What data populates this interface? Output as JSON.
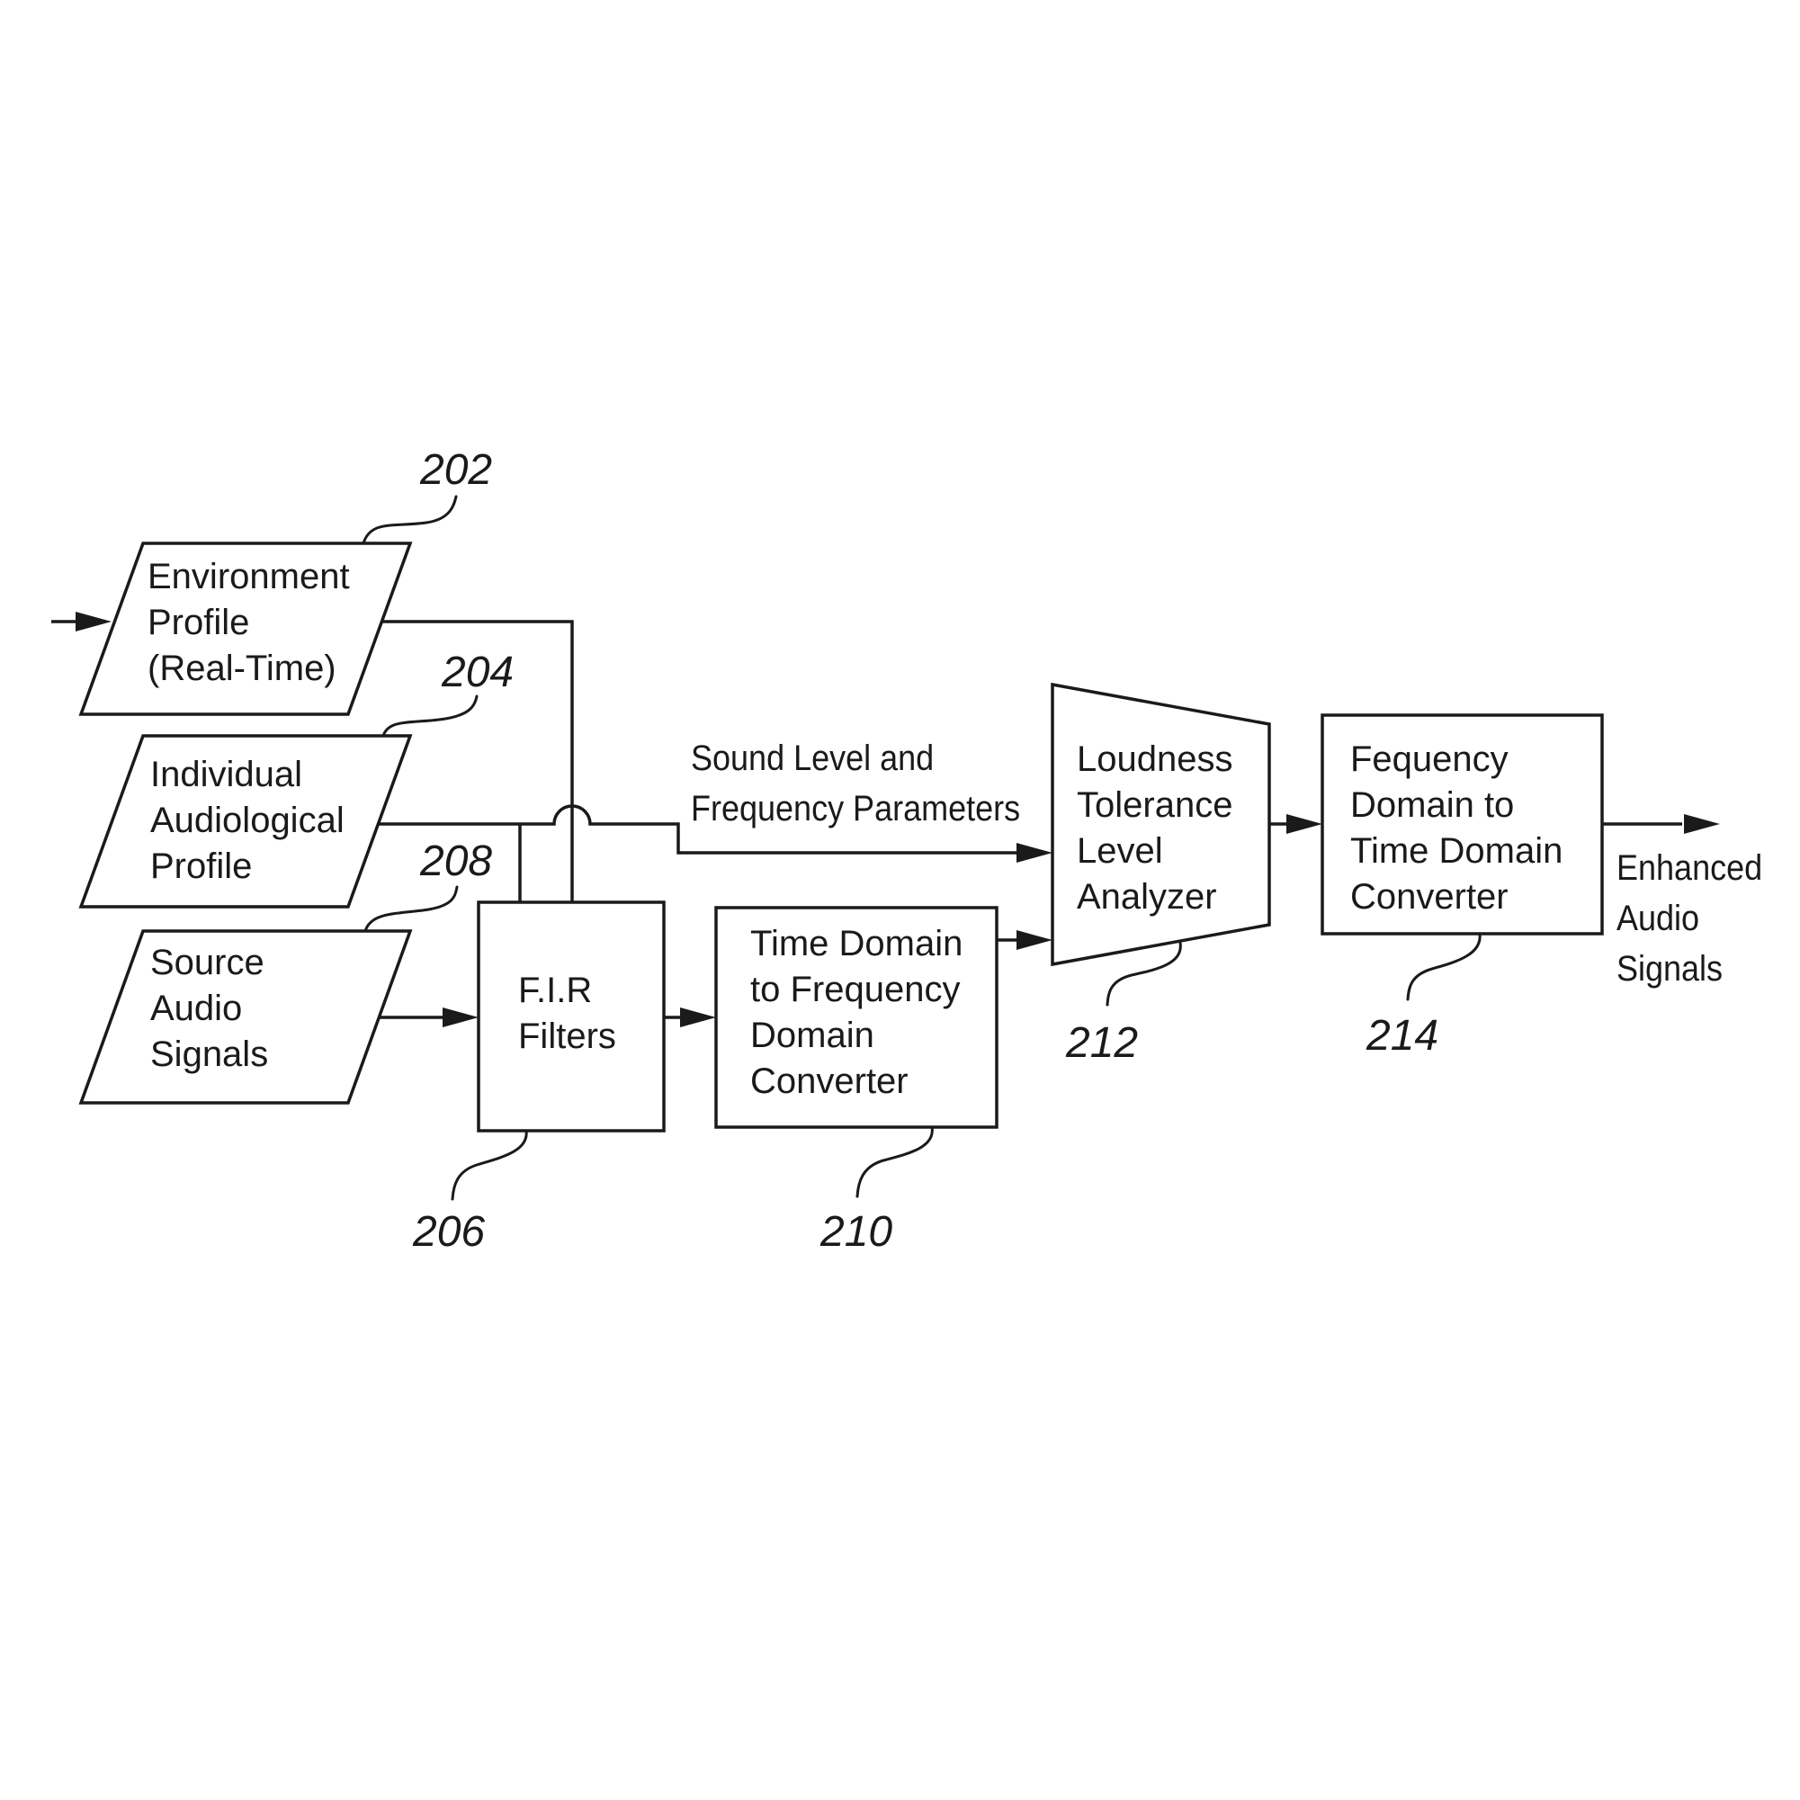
{
  "blocks": {
    "environment_profile": {
      "ref": "202",
      "lines": [
        "Environment",
        "Profile",
        "(Real-Time)"
      ]
    },
    "audiological_profile": {
      "ref": "204",
      "lines": [
        "Individual",
        "Audiological",
        "Profile"
      ]
    },
    "source_audio": {
      "ref": "208",
      "lines": [
        "Source",
        "Audio",
        "Signals"
      ]
    },
    "fir_filters": {
      "ref": "206",
      "lines": [
        "F.I.R",
        "Filters"
      ]
    },
    "time_to_freq": {
      "ref": "210",
      "lines": [
        "Time Domain",
        "to Frequency",
        "Domain",
        "Converter"
      ]
    },
    "loudness_analyzer": {
      "ref": "212",
      "lines": [
        "Loudness",
        "Tolerance",
        "Level",
        "Analyzer"
      ]
    },
    "freq_to_time": {
      "ref": "214",
      "lines": [
        "Fequency",
        "Domain to",
        "Time Domain",
        "Converter"
      ]
    }
  },
  "annotations": {
    "sound_level": [
      "Sound Level and",
      "Frequency Parameters"
    ],
    "output": [
      "Enhanced",
      "Audio",
      "Signals"
    ]
  }
}
